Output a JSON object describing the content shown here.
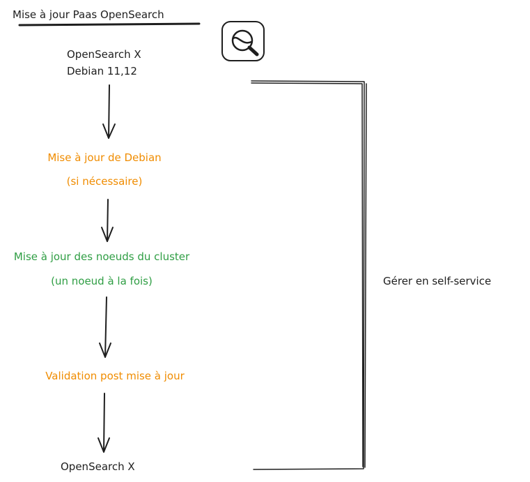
{
  "title": "Mise à jour Paas OpenSearch",
  "icon": "opensearch-logo-icon",
  "start": {
    "line1": "OpenSearch X",
    "line2": "Debian 11,12"
  },
  "steps": [
    {
      "line1": "Mise à jour de Debian",
      "line2": "(si nécessaire)",
      "color": "#f08c00"
    },
    {
      "line1": "Mise à jour des noeuds du cluster",
      "line2": "(un noeud à la fois)",
      "color": "#2f9e44"
    },
    {
      "line1": "Validation post mise à jour",
      "color": "#f08c00"
    }
  ],
  "end": "OpenSearch X",
  "bracket_label": "Gérer en self-service"
}
